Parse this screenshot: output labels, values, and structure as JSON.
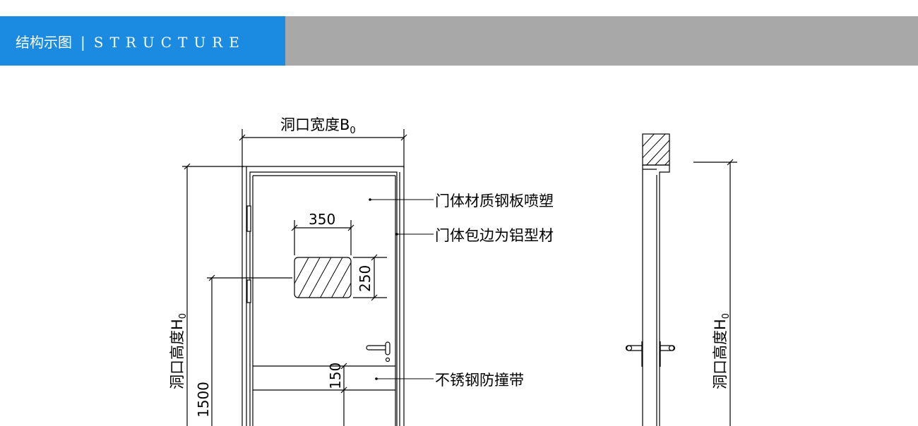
{
  "header": {
    "title_cn": "结构示图",
    "separator": "|",
    "title_en": "STRUCTURE",
    "accent_color": "#1a8be0",
    "bar_color": "#a8a8a8"
  },
  "front_view": {
    "width_label": "洞口宽度B",
    "width_sub": "0",
    "height_label": "洞口高度H",
    "height_sub": "0",
    "dim_window_width": "350",
    "dim_window_height": "250",
    "dim_kickplate": "150",
    "dim_window_elevation": "1500",
    "callout_door_material": "门体材质钢板喷塑",
    "callout_edge_trim": "门体包边为铝型材",
    "callout_kickplate": "不锈钢防撞带"
  },
  "side_view": {
    "height_label": "洞口高度H",
    "height_sub": "0"
  }
}
